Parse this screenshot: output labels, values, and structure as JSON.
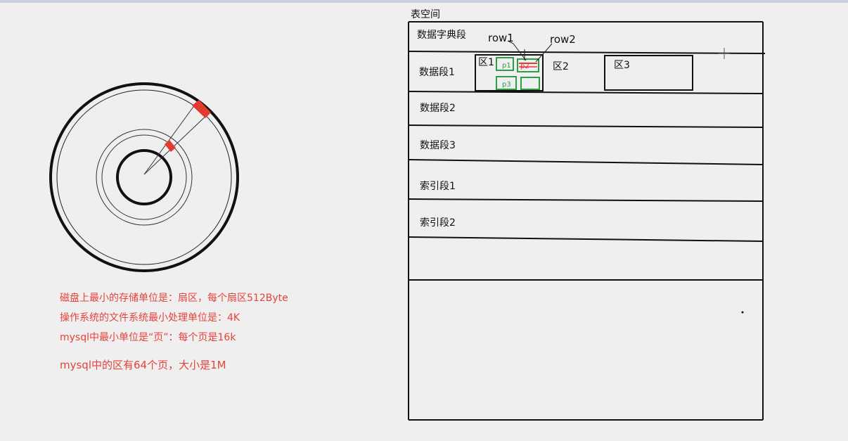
{
  "tablespace_title": "表空间",
  "segments": [
    "数据字典段",
    "数据段1",
    "数据段2",
    "数据段3",
    "索引段1",
    "索引段2"
  ],
  "extents": [
    "区1",
    "区2",
    "区3"
  ],
  "pages": [
    "p1",
    "p2",
    "p3"
  ],
  "rows": [
    "row1",
    "row2"
  ],
  "notes": [
    "磁盘上最小的存储单位是：扇区，每个扇区512Byte",
    "操作系统的文件系统最小处理单位是：4K",
    "mysql中最小单位是“页”：每个页是16k",
    "mysql中的区有64个页，大小是1M"
  ],
  "colors": {
    "note_red": "#e8413a",
    "sector_red": "#e53a2f",
    "page_green": "#2aa042",
    "background": "#efefef"
  }
}
